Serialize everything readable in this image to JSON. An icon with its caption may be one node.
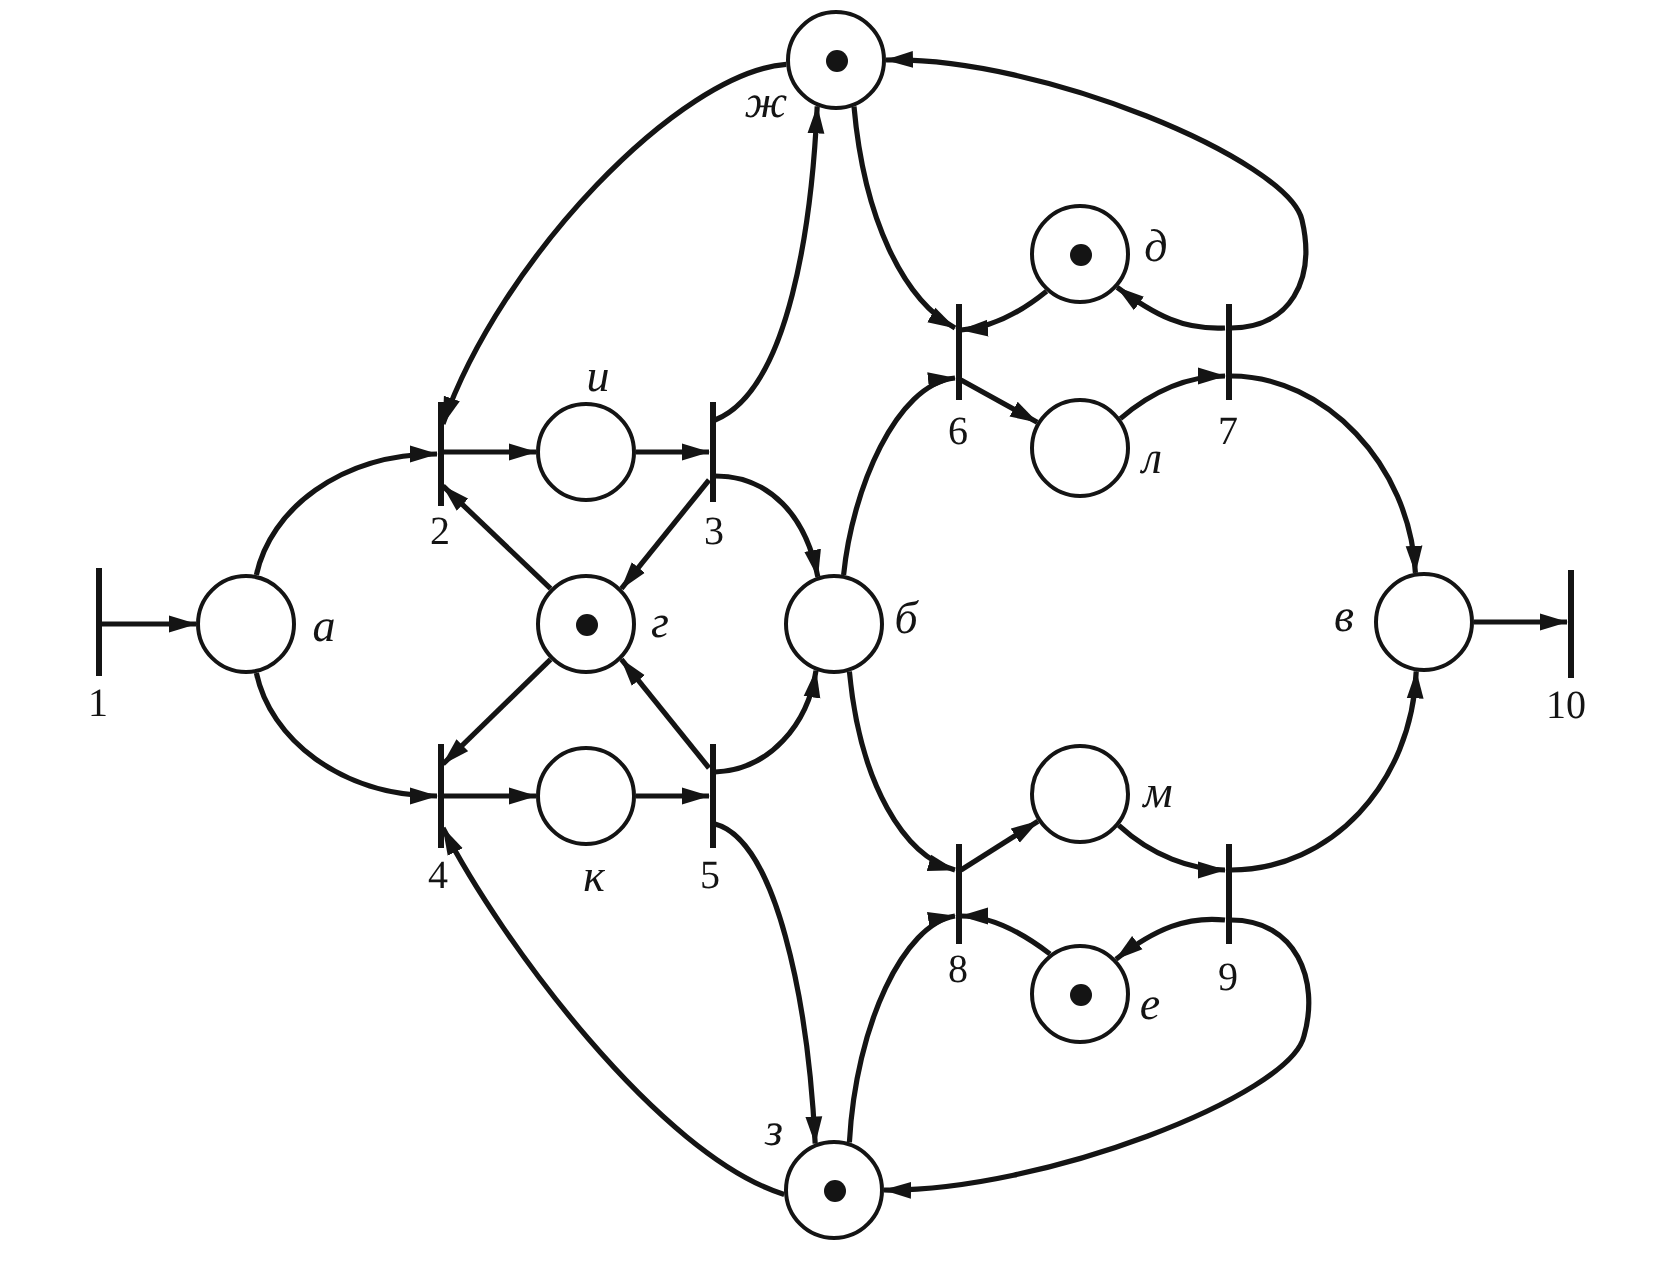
{
  "diagram": {
    "nodes": [
      {
        "text": [],
        "shape": "bar",
        "beside": [
          "1"
        ]
      },
      {
        "text": [],
        "shape": "circle",
        "beside": [
          "а"
        ]
      },
      {
        "text": [],
        "shape": "bar",
        "beside": [
          "2"
        ]
      },
      {
        "text": [],
        "shape": "bar",
        "beside": [
          "4"
        ]
      },
      {
        "text": [],
        "shape": "circle",
        "beside": [
          "и"
        ]
      },
      {
        "text": [],
        "shape": "circle",
        "beside": [
          "г"
        ]
      },
      {
        "text": [],
        "shape": "dot",
        "in": 5
      },
      {
        "text": [],
        "shape": "circle",
        "beside": [
          "к"
        ]
      },
      {
        "text": [],
        "shape": "bar",
        "beside": [
          "3"
        ]
      },
      {
        "text": [],
        "shape": "bar",
        "beside": [
          "5"
        ]
      },
      {
        "text": [],
        "shape": "circle",
        "beside": [
          "ж"
        ]
      },
      {
        "text": [],
        "shape": "dot",
        "in": 10
      },
      {
        "text": [],
        "shape": "circle",
        "beside": [
          "б"
        ]
      },
      {
        "text": [],
        "shape": "circle",
        "beside": [
          "з"
        ]
      },
      {
        "text": [],
        "shape": "dot",
        "in": 13
      },
      {
        "text": [],
        "shape": "bar",
        "beside": [
          "6"
        ]
      },
      {
        "text": [],
        "shape": "bar",
        "beside": [
          "8"
        ]
      },
      {
        "text": [],
        "shape": "circle",
        "beside": [
          "д"
        ]
      },
      {
        "text": [],
        "shape": "dot",
        "in": 17
      },
      {
        "text": [],
        "shape": "circle",
        "beside": [
          "л"
        ]
      },
      {
        "text": [],
        "shape": "circle",
        "beside": [
          "м"
        ]
      },
      {
        "text": [],
        "shape": "circle",
        "beside": [
          "е"
        ]
      },
      {
        "text": [],
        "shape": "dot",
        "in": 21
      },
      {
        "text": [],
        "shape": "bar",
        "beside": [
          "7"
        ]
      },
      {
        "text": [],
        "shape": "bar",
        "beside": [
          "9"
        ]
      },
      {
        "text": [],
        "shape": "circle",
        "beside": [
          "в"
        ]
      },
      {
        "text": [],
        "shape": "bar",
        "beside": [
          "10"
        ]
      }
    ],
    "edges": [
      {
        "from": 0,
        "to": 1,
        "arrow": "to"
      },
      {
        "from": 1,
        "to": 2,
        "arrow": "to"
      },
      {
        "from": 1,
        "to": 3,
        "arrow": "to"
      },
      {
        "from": 2,
        "to": 4,
        "arrow": "to"
      },
      {
        "from": 4,
        "to": 8,
        "arrow": "to"
      },
      {
        "from": 5,
        "to": 2,
        "arrow": "to"
      },
      {
        "from": 8,
        "to": 5,
        "arrow": "to"
      },
      {
        "from": 8,
        "to": 12,
        "arrow": "to"
      },
      {
        "from": 8,
        "to": 10,
        "arrow": "to"
      },
      {
        "from": 10,
        "to": 2,
        "arrow": "to"
      },
      {
        "from": 5,
        "to": 3,
        "arrow": "to"
      },
      {
        "from": 3,
        "to": 7,
        "arrow": "to"
      },
      {
        "from": 7,
        "to": 9,
        "arrow": "to"
      },
      {
        "from": 9,
        "to": 5,
        "arrow": "to"
      },
      {
        "from": 9,
        "to": 12,
        "arrow": "to"
      },
      {
        "from": 9,
        "to": 13,
        "arrow": "to"
      },
      {
        "from": 13,
        "to": 3,
        "arrow": "to"
      },
      {
        "from": 10,
        "to": 15,
        "arrow": "to"
      },
      {
        "from": 17,
        "to": 15,
        "arrow": "to"
      },
      {
        "from": 12,
        "to": 15,
        "arrow": "to"
      },
      {
        "from": 15,
        "to": 19,
        "arrow": "to"
      },
      {
        "from": 19,
        "to": 23,
        "arrow": "to"
      },
      {
        "from": 23,
        "to": 17,
        "arrow": "to"
      },
      {
        "from": 23,
        "to": 10,
        "arrow": "to"
      },
      {
        "from": 23,
        "to": 25,
        "arrow": "to"
      },
      {
        "from": 12,
        "to": 16,
        "arrow": "to"
      },
      {
        "from": 16,
        "to": 20,
        "arrow": "to"
      },
      {
        "from": 21,
        "to": 16,
        "arrow": "to"
      },
      {
        "from": 13,
        "to": 16,
        "arrow": "to"
      },
      {
        "from": 20,
        "to": 24,
        "arrow": "to"
      },
      {
        "from": 24,
        "to": 25,
        "arrow": "to"
      },
      {
        "from": 24,
        "to": 21,
        "arrow": "to"
      },
      {
        "from": 24,
        "to": 13,
        "arrow": "to"
      },
      {
        "from": 25,
        "to": 26,
        "arrow": "to"
      }
    ]
  }
}
